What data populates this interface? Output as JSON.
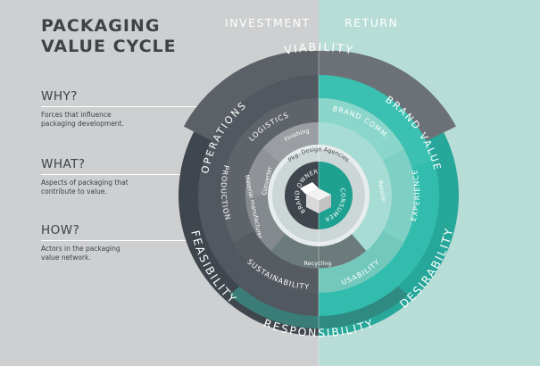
{
  "title_line1": "PACKAGING",
  "title_line2": "VALUE CYCLE",
  "columns": {
    "investment": "INVESTMENT",
    "return": "RETURN"
  },
  "questions": [
    {
      "q": "WHY?",
      "desc1": "Forces that influence",
      "desc2": "packaging development."
    },
    {
      "q": "WHAT?",
      "desc1": "Aspects of packaging that",
      "desc2": "contribute to value."
    },
    {
      "q": "HOW?",
      "desc1": "Actors in the packaging",
      "desc2": "value network."
    }
  ],
  "rings": {
    "why": {
      "top": "VIABILITY",
      "left": "FEASIBILITY",
      "right": "DESIRABILITY",
      "bottom": "RESPONSIBILITY"
    },
    "what": {
      "operations": "OPERATIONS",
      "brand_value": "BRAND VALUE"
    },
    "aspects": {
      "logistics": "LOGISTICS",
      "brand_comm": "BRAND COMM.",
      "production": "PRODUCTION",
      "experience": "EXPERIENCE",
      "sustainability": "SUSTAINABILITY",
      "usability": "USABILITY"
    },
    "actors": {
      "finishing": "Finishing",
      "converter": "Converter",
      "material": "Material manufacturer",
      "retailer": "Retailer",
      "recycling": "Recycling",
      "agencies": "Pkg. Design Agencies"
    },
    "core": {
      "brand_owner": "BRAND OWNER",
      "consumer": "CONSUMER"
    }
  },
  "colors": {
    "bg_left": "#cdcfd1",
    "bg_right": "#b8ddd7",
    "outer_left": "#3f464d",
    "outer_right": "#27a79a",
    "outer_top": "#5c6167",
    "outer_bottom": "#2f8a82",
    "mid_left": "#52585f",
    "mid_right": "#31bcae",
    "aspect_left": "#5e646a",
    "aspect_right": "#7fd0c4",
    "actor_left": "#84898e",
    "actor_right": "#a6dcd3",
    "core_dark": "#3f464d",
    "core_teal": "#1fa191"
  }
}
